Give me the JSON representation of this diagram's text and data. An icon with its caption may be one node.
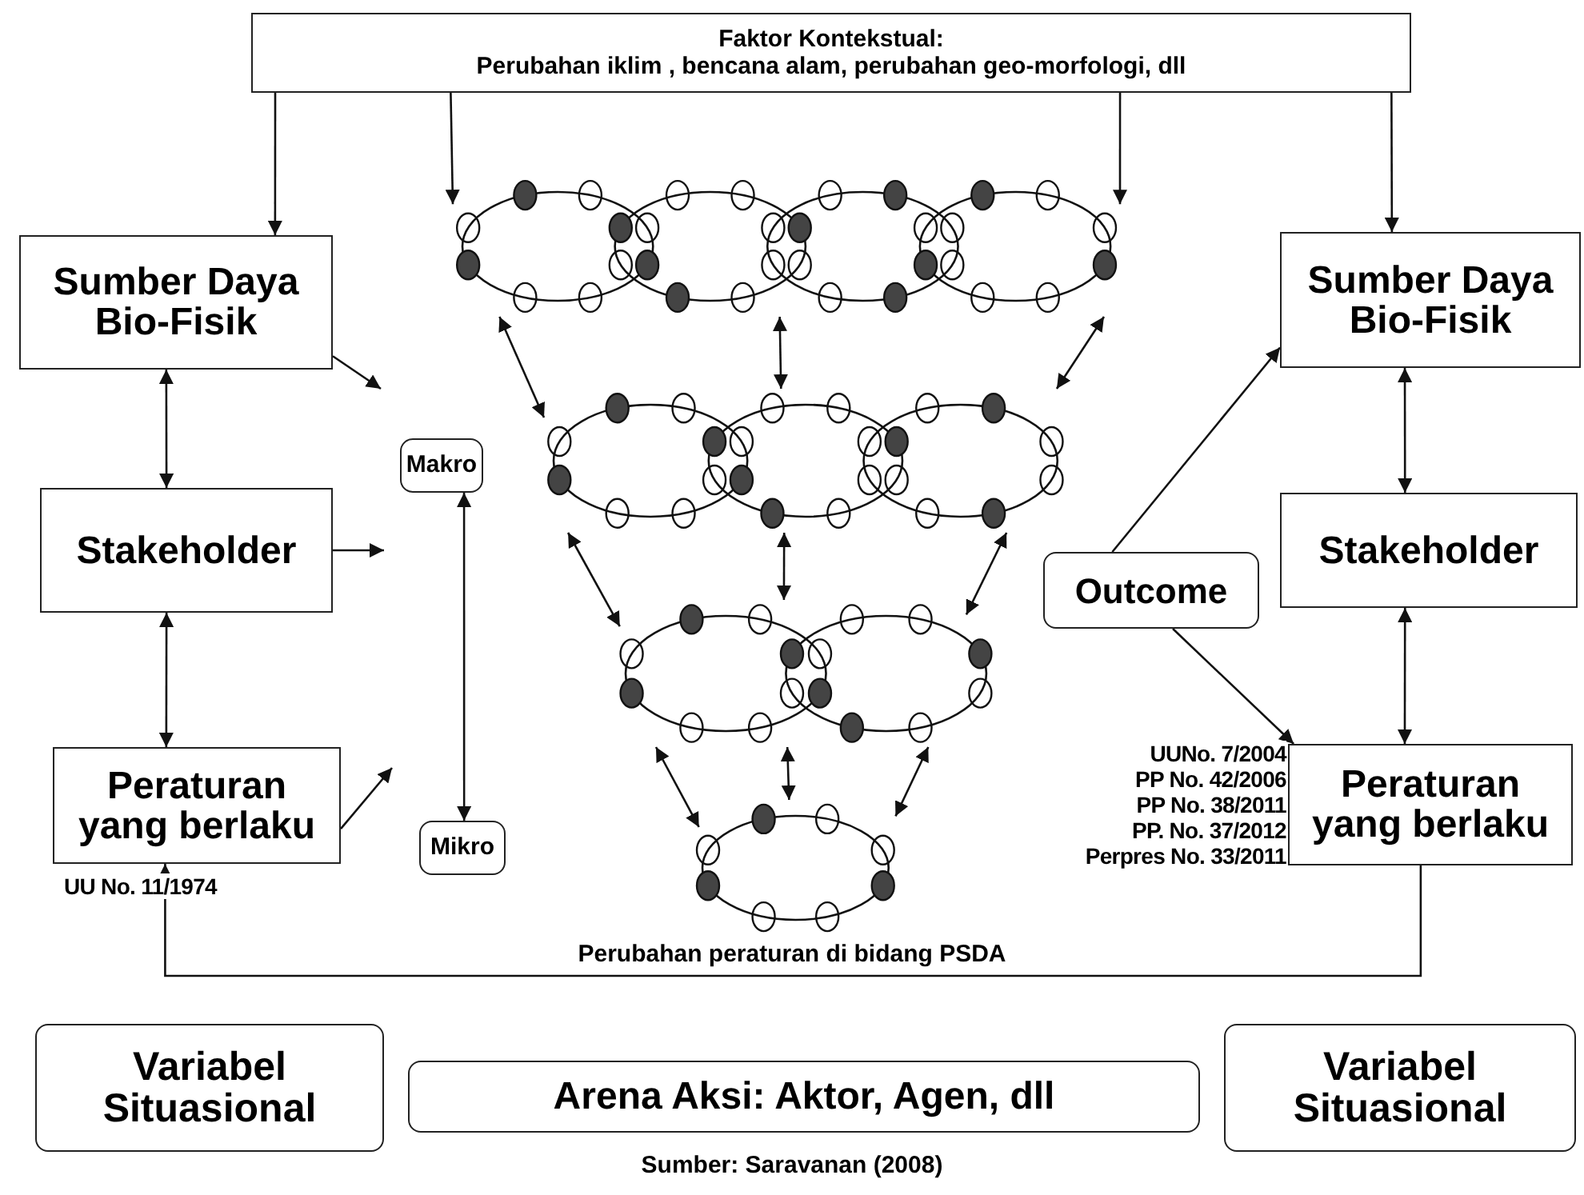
{
  "diagram": {
    "caption": "Sumber: Saravanan (2008)",
    "nodes": [
      {
        "text": [
          "Faktor Kontekstual:",
          "Perubahan iklim , bencana alam, perubahan geo-morfologi, dll"
        ]
      },
      {
        "text": [
          "Sumber Daya Bio-Fisik"
        ]
      },
      {
        "text": [
          "Stakeholder"
        ]
      },
      {
        "text": [
          "Peraturan yang berlaku"
        ],
        "beside": [
          "UU No. 11/1974"
        ]
      },
      {
        "text": [
          "Makro"
        ]
      },
      {
        "text": [
          "Mikro"
        ]
      },
      {
        "text": [
          "Sumber Daya Bio-Fisik"
        ]
      },
      {
        "text": [
          "Stakeholder"
        ]
      },
      {
        "text": [
          "Outcome"
        ]
      },
      {
        "text": [
          "Peraturan yang berlaku"
        ],
        "beside": [
          "UUNo. 7/2004",
          "PP No. 42/2006",
          "PP No. 38/2011",
          "PP. No. 37/2012",
          "Perpres No. 33/2011"
        ]
      },
      {
        "text": [
          "Variabel Situasional"
        ]
      },
      {
        "text": [
          "Arena Aksi: Aktor, Agen, dll"
        ]
      },
      {
        "text": [
          "Variabel Situasional"
        ]
      },
      {
        "text": [],
        "shape": "ellipse"
      },
      {
        "text": [],
        "shape": "ellipse"
      },
      {
        "text": [],
        "shape": "ellipse"
      },
      {
        "text": [],
        "shape": "ellipse"
      }
    ],
    "edges": [
      {
        "from": 0,
        "to": 1,
        "arrow": "to"
      },
      {
        "from": 0,
        "to": 13,
        "arrow": "to"
      },
      {
        "from": 0,
        "to": 13,
        "arrow": "to"
      },
      {
        "from": 0,
        "to": 6,
        "arrow": "to"
      },
      {
        "from": 1,
        "to": null,
        "arrow": "to"
      },
      {
        "from": 2,
        "to": null,
        "arrow": "to"
      },
      {
        "from": 3,
        "to": null,
        "arrow": "to"
      },
      {
        "from": 1,
        "to": 2,
        "arrow": "both"
      },
      {
        "from": 2,
        "to": 3,
        "arrow": "both"
      },
      {
        "from": 4,
        "to": 5,
        "arrow": "both"
      },
      {
        "from": 13,
        "to": 14,
        "arrow": "both"
      },
      {
        "from": 13,
        "to": 14,
        "arrow": "both"
      },
      {
        "from": 13,
        "to": 14,
        "arrow": "both"
      },
      {
        "from": 14,
        "to": 15,
        "arrow": "both"
      },
      {
        "from": 14,
        "to": 15,
        "arrow": "both"
      },
      {
        "from": 14,
        "to": 15,
        "arrow": "both"
      },
      {
        "from": 15,
        "to": 16,
        "arrow": "both"
      },
      {
        "from": 15,
        "to": 16,
        "arrow": "both"
      },
      {
        "from": 15,
        "to": 16,
        "arrow": "both"
      },
      {
        "from": 8,
        "to": 6,
        "arrow": "to"
      },
      {
        "from": 8,
        "to": 9,
        "arrow": "to"
      },
      {
        "from": 6,
        "to": 7,
        "arrow": "both"
      },
      {
        "from": 7,
        "to": 9,
        "arrow": "both"
      },
      {
        "from": 9,
        "to": 3,
        "arrow": "to",
        "label": "Perubahan peraturan di bidang PSDA"
      }
    ]
  }
}
